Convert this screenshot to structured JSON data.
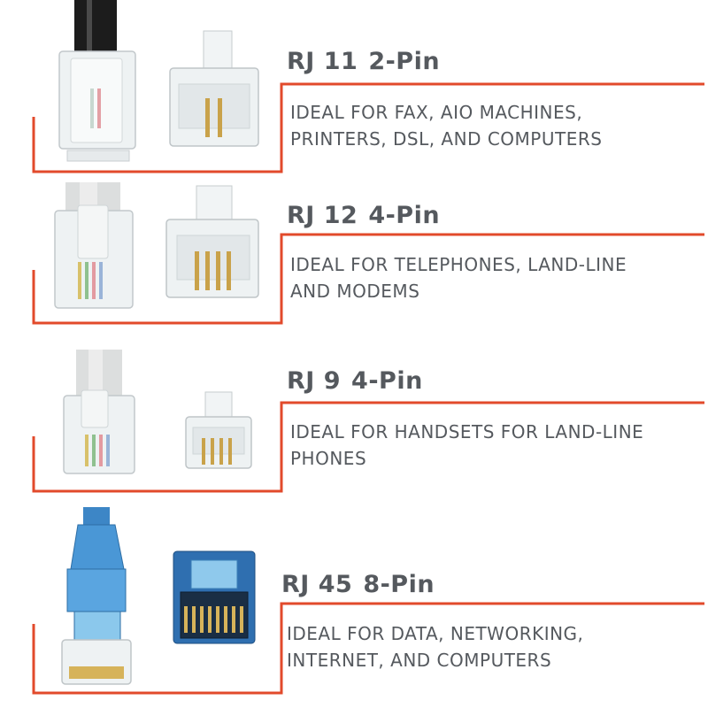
{
  "accent_color": "#e24a2b",
  "text_color": "#55595e",
  "connectors": [
    {
      "name": "RJ 11",
      "pins": "2-Pin",
      "lines": [
        "IDEAL FOR FAX, AIO MACHINES,",
        "PRINTERS, DSL, AND COMPUTERS"
      ],
      "cable": "black",
      "contacts": 2
    },
    {
      "name": "RJ 12",
      "pins": "4-Pin",
      "lines": [
        "IDEAL FOR TELEPHONES, LAND-LINE",
        "AND MODEMS"
      ],
      "cable": "gray",
      "contacts": 4
    },
    {
      "name": "RJ 9",
      "pins": "4-Pin",
      "lines": [
        "IDEAL FOR HANDSETS FOR LAND-LINE",
        "PHONES"
      ],
      "cable": "gray",
      "contacts": 4
    },
    {
      "name": "RJ 45",
      "pins": "8-Pin",
      "lines": [
        "IDEAL FOR DATA, NETWORKING,",
        "INTERNET, AND COMPUTERS"
      ],
      "cable": "blue",
      "contacts": 8
    }
  ]
}
